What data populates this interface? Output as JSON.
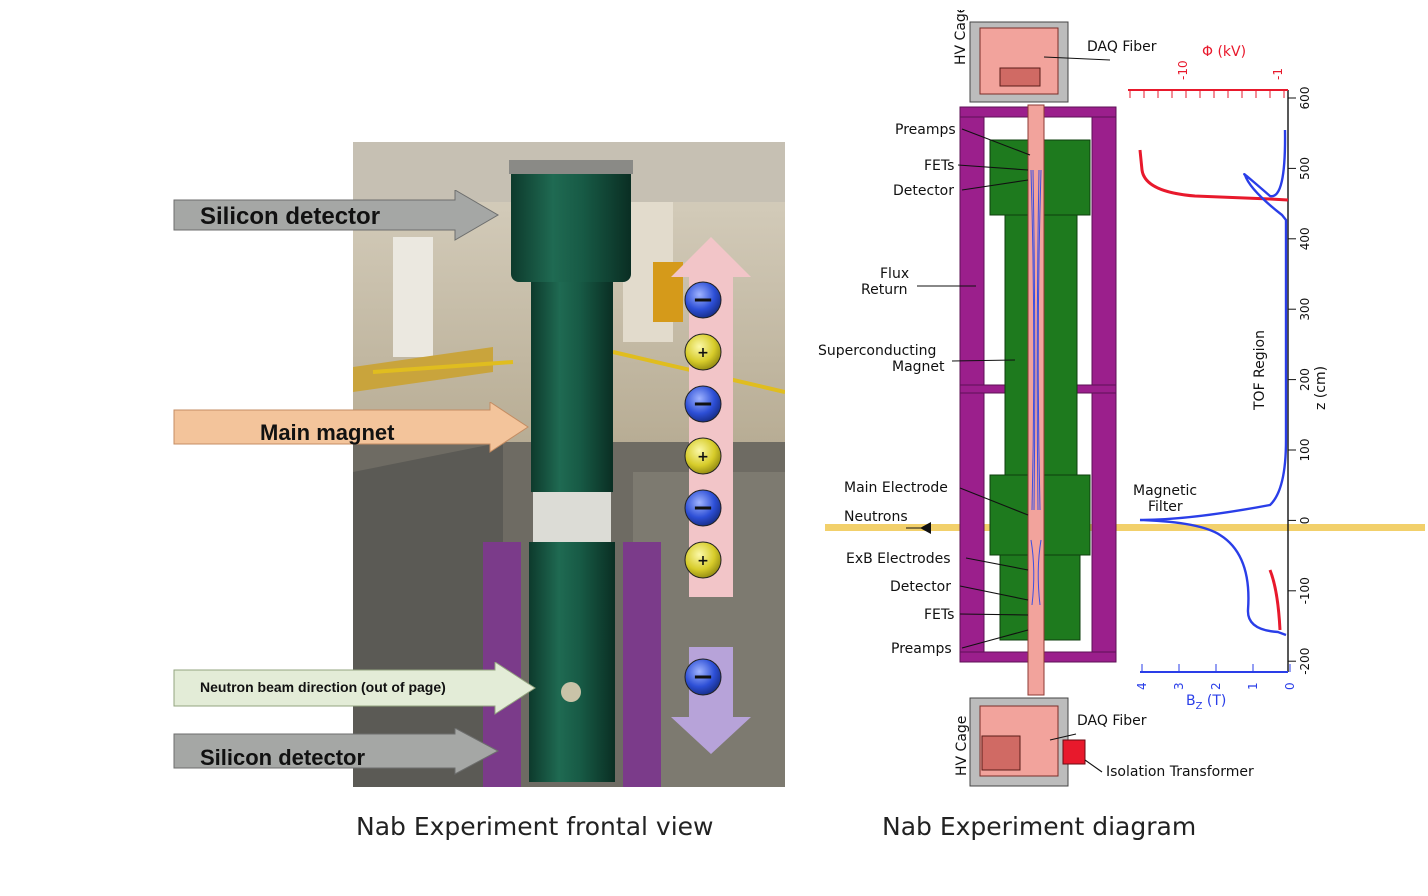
{
  "left_panel": {
    "callouts": [
      {
        "label": "Silicon detector"
      },
      {
        "label": "Main magnet"
      },
      {
        "label": "Neutron beam direction (out of page)"
      },
      {
        "label": "Silicon detector"
      }
    ],
    "charges": [
      "−",
      "+",
      "−",
      "+",
      "−",
      "+",
      "−"
    ],
    "caption": "Nab Experiment frontal view"
  },
  "right_panel": {
    "labels": {
      "hv_cage_top": "HV Cage",
      "daq_fiber_top": "DAQ Fiber",
      "preamps_top": "Preamps",
      "fets_top": "FETs",
      "detector_top": "Detector",
      "flux_return": "Flux\nReturn",
      "superconducting_magnet": "Superconducting\nMagnet",
      "main_electrode": "Main Electrode",
      "neutrons": "Neutrons",
      "exb_electrodes": "ExB Electrodes",
      "detector_bottom": "Detector",
      "fets_bottom": "FETs",
      "preamps_bottom": "Preamps",
      "hv_cage_bottom": "HV Cage",
      "daq_fiber_bottom": "DAQ Fiber",
      "isolation_transformer": "Isolation Transformer",
      "magnetic_filter": "Magnetic\nFilter",
      "tof_region": "TOF Region"
    },
    "axes": {
      "phi_label": "Φ (kV)",
      "phi_ticks": [
        "-10",
        "-1"
      ],
      "z_label": "z (cm)",
      "z_ticks": [
        "600",
        "500",
        "400",
        "300",
        "200",
        "100",
        "0",
        "-100",
        "-200"
      ],
      "bz_label": "B",
      "bz_sub": "Z",
      "bz_unit": " (T)",
      "bz_ticks": [
        "4",
        "3",
        "2",
        "1",
        "0"
      ]
    },
    "colors": {
      "phi": "#e8192c",
      "bz": "#2a3ee8",
      "magnet": "#1e7a1e",
      "flux_return": "#9b1f8c",
      "beam": "#f2d06b"
    },
    "caption": "Nab Experiment diagram"
  }
}
